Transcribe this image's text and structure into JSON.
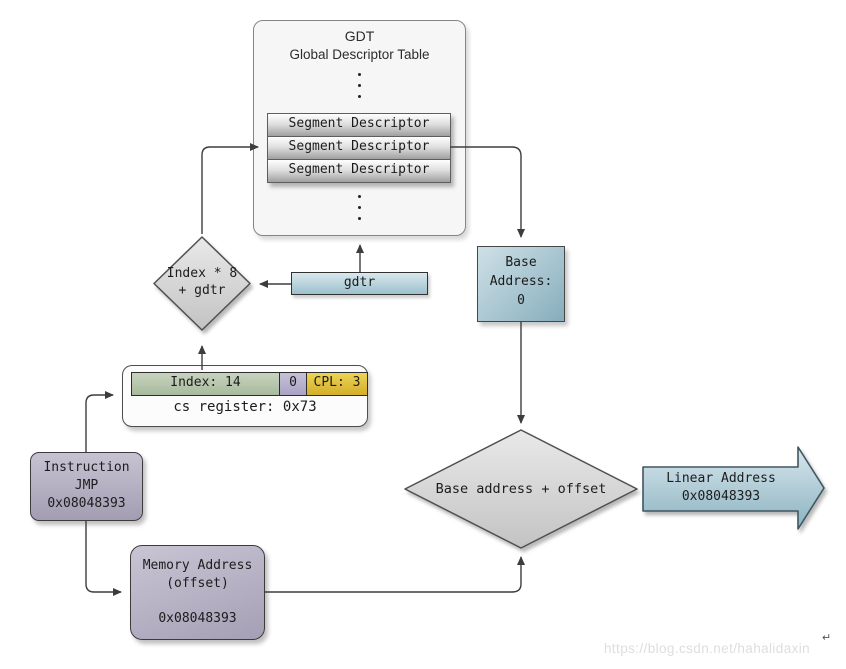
{
  "gdt": {
    "title": "GDT",
    "subtitle": "Global Descriptor Table",
    "rows": [
      "Segment Descriptor",
      "Segment Descriptor",
      "Segment Descriptor"
    ]
  },
  "gdtr": {
    "label": "gdtr"
  },
  "index_diamond": {
    "line1": "Index * 8",
    "line2": "+ gdtr"
  },
  "base_address_box": {
    "line1": "Base",
    "line2": "Address:",
    "line3": "0"
  },
  "cs_register_box": {
    "index": "Index: 14",
    "ti": "0",
    "cpl": "CPL: 3",
    "caption": "cs register: 0x73"
  },
  "instruction_box": {
    "line1": "Instruction",
    "line2": "JMP",
    "line3": "0x08048393"
  },
  "memory_box": {
    "line1": "Memory Address",
    "line2": "(offset)",
    "line3": "0x08048393"
  },
  "sum_diamond": {
    "label": "Base address + offset"
  },
  "linear_arrow": {
    "line1": "Linear Address",
    "line2": "0x08048393"
  },
  "watermark": {
    "text": "https://blog.csdn.net/hahalidaxin",
    "mark": "↵"
  },
  "colors": {
    "blue_box": "#9cc0cd",
    "purple_box": "#aca6bb",
    "index_green": "#b5c4ab",
    "ti_lavender": "#bcb6d0",
    "cpl_gold": "#ddc04a",
    "diamond_gray": "#d5d5d5",
    "wire": "#3d3d3d"
  }
}
